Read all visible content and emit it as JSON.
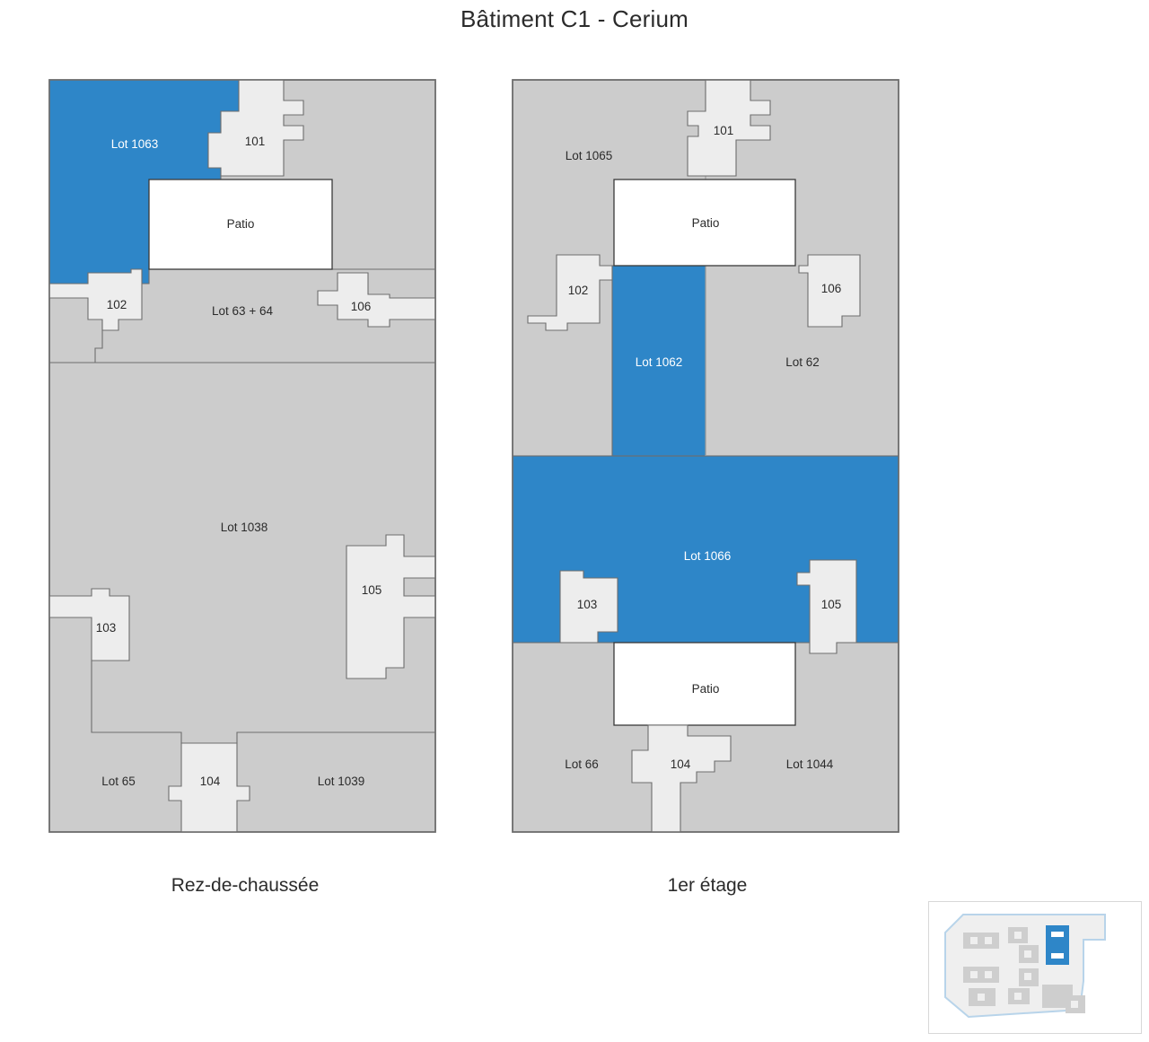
{
  "title": "Bâtiment C1 - Cerium",
  "colors": {
    "highlight_blue": "#2E86C8",
    "lot_gray": "#CCCCCC",
    "room_gray": "#EDEDED",
    "patio_white": "#FFFFFF",
    "outline": "#6E6E6E",
    "text": "#2B2B2B",
    "keymap_site": "#EFEFEF",
    "keymap_site_outline": "#B8D4EA",
    "keymap_building": "#C9C9C9"
  },
  "plans": [
    {
      "id": "ground-floor",
      "caption": "Rez-de-chaussée",
      "lots": [
        {
          "name": "Lot 1063",
          "highlighted": true
        },
        {
          "name": "Lot 63 + 64",
          "highlighted": false
        },
        {
          "name": "Lot 1038",
          "highlighted": false
        },
        {
          "name": "Lot 65",
          "highlighted": false
        },
        {
          "name": "Lot 1039",
          "highlighted": false
        }
      ],
      "rooms": [
        "101",
        "102",
        "103",
        "104",
        "105",
        "106"
      ],
      "patios": [
        "Patio"
      ]
    },
    {
      "id": "first-floor",
      "caption": "1er étage",
      "lots": [
        {
          "name": "Lot 1065",
          "highlighted": false
        },
        {
          "name": "Lot 1062",
          "highlighted": true
        },
        {
          "name": "Lot 62",
          "highlighted": false
        },
        {
          "name": "Lot 1066",
          "highlighted": true
        },
        {
          "name": "Lot 66",
          "highlighted": false
        },
        {
          "name": "Lot 1044",
          "highlighted": false
        }
      ],
      "rooms": [
        "101",
        "102",
        "103",
        "104",
        "105",
        "106"
      ],
      "patios": [
        "Patio"
      ]
    }
  ],
  "ground_labels": {
    "lot_1063": "Lot 1063",
    "lot_63_64": "Lot 63 + 64",
    "lot_1038": "Lot 1038",
    "lot_65": "Lot 65",
    "lot_1039": "Lot 1039",
    "patio": "Patio",
    "r101": "101",
    "r102": "102",
    "r103": "103",
    "r104": "104",
    "r105": "105",
    "r106": "106"
  },
  "first_labels": {
    "lot_1065": "Lot 1065",
    "lot_1062": "Lot 1062",
    "lot_62": "Lot 62",
    "lot_1066": "Lot 1066",
    "lot_66": "Lot 66",
    "lot_1044": "Lot 1044",
    "patio": "Patio",
    "r101": "101",
    "r102": "102",
    "r103": "103",
    "r104": "104",
    "r105": "105",
    "r106": "106"
  },
  "captions": {
    "ground": "Rez-de-chaussée",
    "first": "1er étage"
  },
  "key_map": {
    "name": "site-key-map",
    "highlighted_building": "C1"
  }
}
